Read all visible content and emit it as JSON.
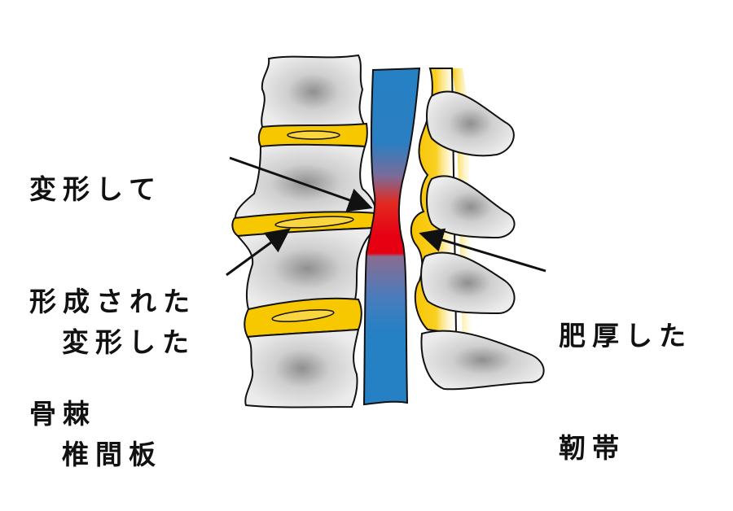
{
  "labels": {
    "osteophyte": [
      "変形して",
      "形成された",
      "骨棘"
    ],
    "disc": [
      "変形した",
      "椎間板"
    ],
    "ligament": [
      "肥厚した",
      "靭帯"
    ]
  },
  "colors": {
    "bone_fill": "#e8e8e8",
    "bone_shade": "#8a8a8a",
    "disc_yellow": "#f7c800",
    "ligament_yellow": "#f7c800",
    "spinal_cord_blue": "#2680c4",
    "compression_red": "#e60012",
    "outline": "#111111",
    "text": "#111111"
  }
}
